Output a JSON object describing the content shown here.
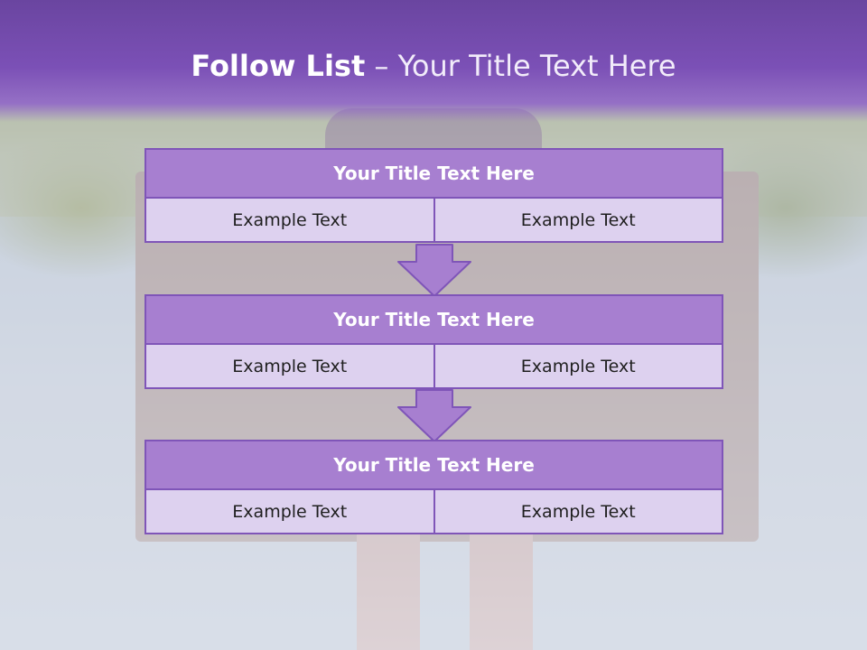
{
  "header": {
    "title_bold": "Follow List",
    "title_rest": "– Your Title Text Here"
  },
  "blocks": [
    {
      "title": "Your Title Text Here",
      "left": "Example Text",
      "right": "Example Text"
    },
    {
      "title": "Your Title Text Here",
      "left": "Example Text",
      "right": "Example Text"
    },
    {
      "title": "Your Title Text Here",
      "left": "Example Text",
      "right": "Example Text"
    }
  ],
  "colors": {
    "header": "#7b50b6",
    "block_title": "#a77fd0",
    "block_border": "#7f55b8",
    "cell": "#ddd1ef"
  },
  "icons": [
    "down-arrow-icon",
    "down-arrow-icon"
  ]
}
